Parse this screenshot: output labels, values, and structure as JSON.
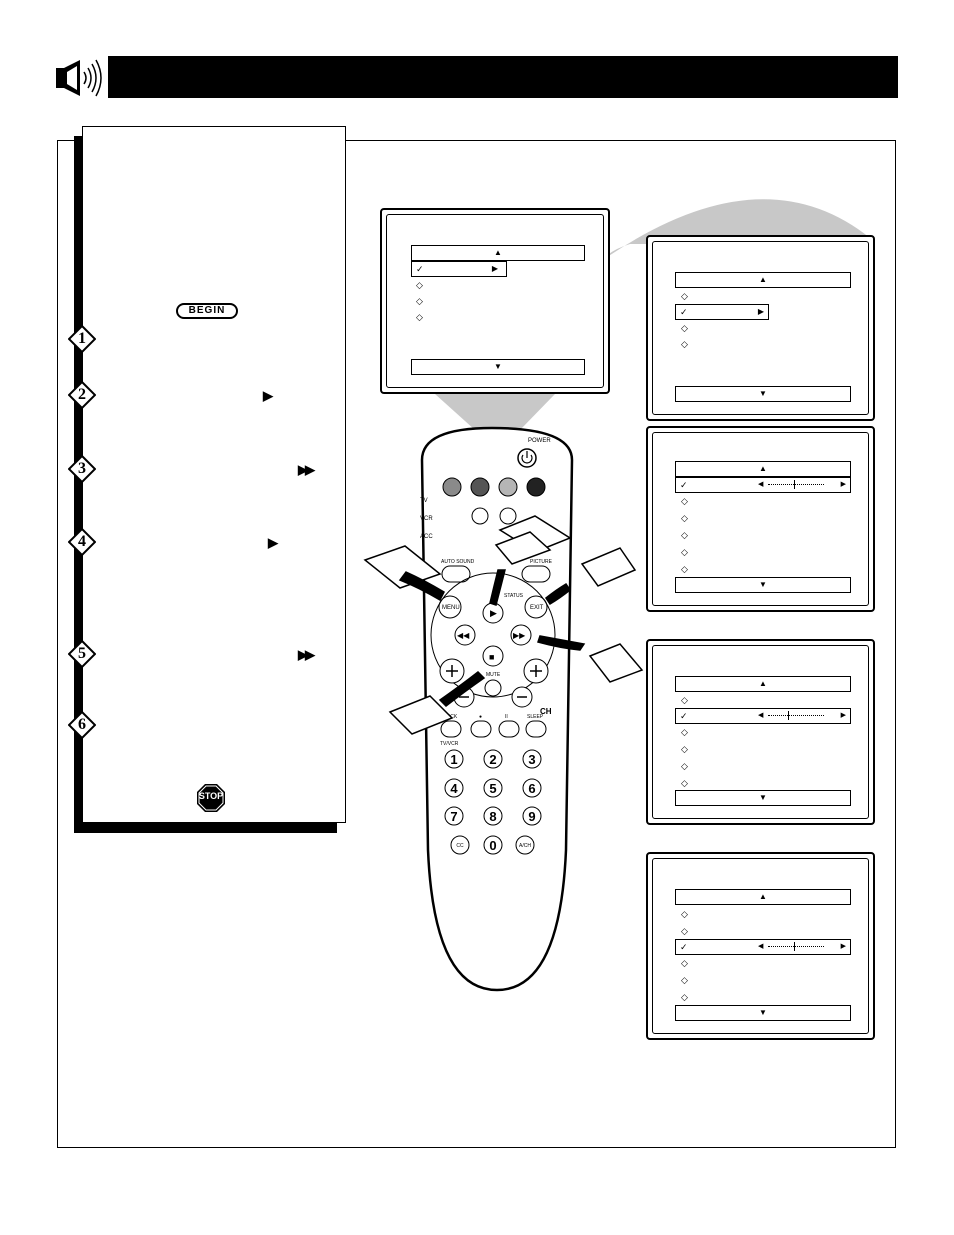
{
  "steps": [
    {
      "num": "1",
      "arrow": ""
    },
    {
      "num": "2",
      "arrow": "▶"
    },
    {
      "num": "3",
      "arrow": "▶▶"
    },
    {
      "num": "4",
      "arrow": "▶"
    },
    {
      "num": "5",
      "arrow": "▶▶"
    },
    {
      "num": "6",
      "arrow": ""
    }
  ],
  "badges": {
    "begin": "BEGIN",
    "stop": "STOP"
  },
  "remote": {
    "power": "POWER",
    "tv": "TV",
    "vcr": "VCR",
    "acc": "ACC",
    "auto_sound": "AUTO SOUND",
    "picture": "PICTURE",
    "menu": "MENU",
    "status": "STATUS",
    "exit": "EXIT",
    "mute": "MUTE",
    "ch": "CH",
    "clock": "CLOCK",
    "sleep": "SLEEP",
    "tvvcr": "TV/VCR",
    "cc": "CC",
    "ach": "A/CH",
    "digits": [
      "1",
      "2",
      "3",
      "4",
      "5",
      "6",
      "7",
      "8",
      "9",
      "0"
    ],
    "rec": "●",
    "pause": "II",
    "play": "▶",
    "rew": "◀◀",
    "ff": "▶▶",
    "stopbtn": "■"
  },
  "menu_glyphs": {
    "up": "▲",
    "down": "▼",
    "check": "✓",
    "diamond": "◇",
    "left": "◀",
    "right": "▶"
  },
  "colors": {
    "header": "#000000",
    "gray_arc": "#c8c8c8",
    "remote_btn_1": "#8a8a8a",
    "remote_btn_2": "#555555",
    "remote_btn_3": "#b5b5b5",
    "remote_btn_4": "#222222"
  }
}
